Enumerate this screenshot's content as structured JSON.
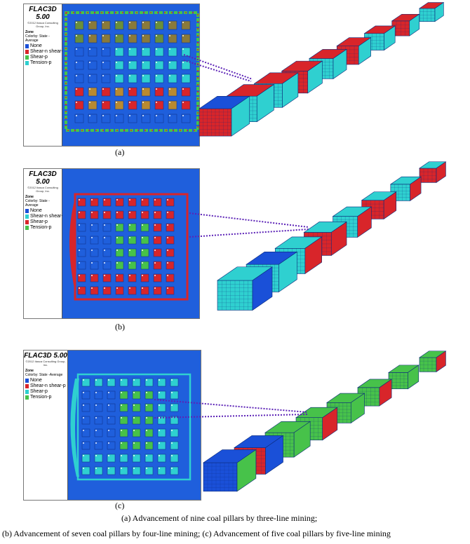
{
  "colors": {
    "none": "#1a50d8",
    "shear_n_shear_p": "#d8252a",
    "shear_p": "#2fd0d0",
    "tension_p": "#47c24a",
    "background": "#1f5fdc",
    "connector": "#5b21b6"
  },
  "panels": [
    {
      "id": "a",
      "title": "FLAC3D 5.00",
      "copyright": "©2012 Itasca Consulting Group, Inc.",
      "zone": "Zone",
      "colorby": "Colorby: State  -Average",
      "legend": [
        "None",
        "Shear-n shear-p",
        "Shear-p",
        "Tension-p"
      ],
      "legend_colors": [
        "none",
        "shear_n_shear_p",
        "tension_p",
        "shear_p"
      ],
      "caption": "(a)"
    },
    {
      "id": "b",
      "title": "FLAC3D 5.00",
      "copyright": "©2012 Itasca Consulting Group, Inc.",
      "zone": "Zone",
      "colorby": "Colorby: State  -Average",
      "legend": [
        "None",
        "Shear-n shear-p",
        "Shear-p",
        "Tension-p"
      ],
      "legend_colors": [
        "none",
        "shear_p",
        "shear_n_shear_p",
        "tension_p"
      ],
      "caption": "(b)"
    },
    {
      "id": "c",
      "title": "FLAC3D 5.00",
      "copyright": "©2012 Itasca Consulting Group, Inc.",
      "zone": "Zone",
      "colorby": "Colorby: State  -Average",
      "legend": [
        "None",
        "Shear-n shear-p",
        "Shear-p",
        "Tension-p"
      ],
      "legend_colors": [
        "none",
        "shear_n_shear_p",
        "shear_p",
        "tension_p"
      ],
      "caption": "(c)"
    }
  ],
  "figure_caption": {
    "line1": "(a) Advancement of nine coal pillars by three-line mining;",
    "line2": "(b) Advancement of seven coal pillars by four-line mining; (c) Advancement of five coal pillars by five-line mining"
  }
}
